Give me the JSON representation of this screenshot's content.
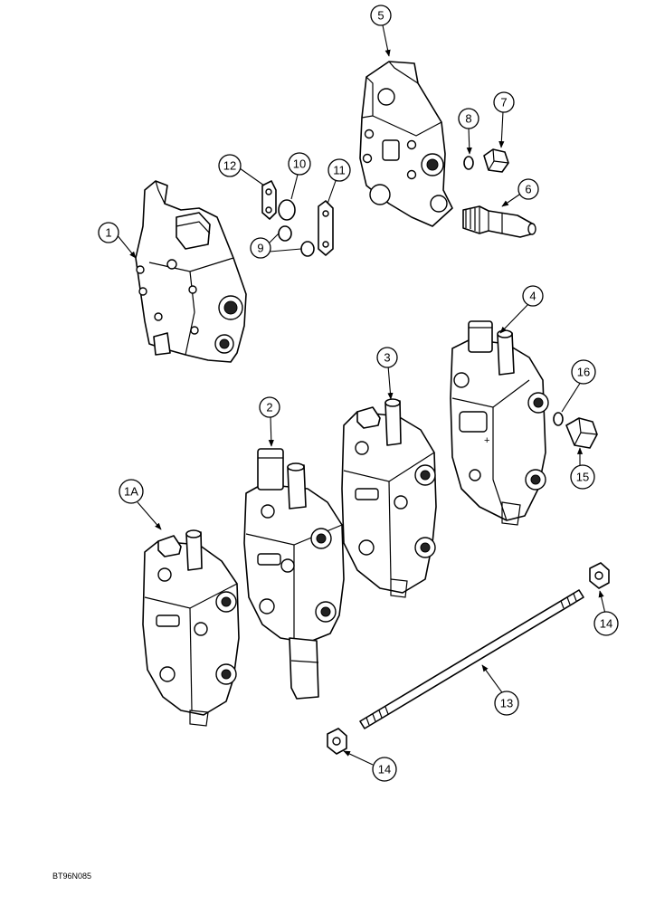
{
  "callouts": {
    "c1": "1",
    "c1a": "1A",
    "c2": "2",
    "c3": "3",
    "c4": "4",
    "c5": "5",
    "c6": "6",
    "c7": "7",
    "c8": "8",
    "c9": "9",
    "c10": "10",
    "c11": "11",
    "c12": "12",
    "c13": "13",
    "c14a": "14",
    "c14b": "14",
    "c15": "15",
    "c16": "16"
  },
  "drawing_code": "BT96N085"
}
